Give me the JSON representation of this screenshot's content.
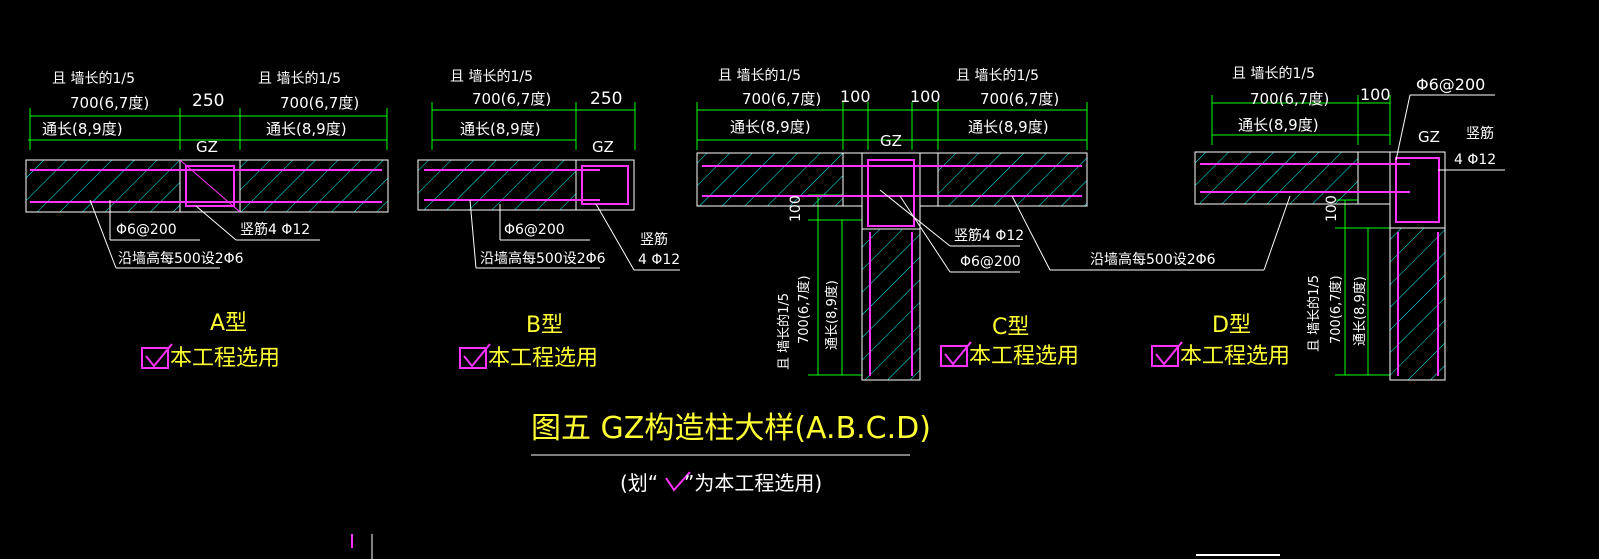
{
  "drawing": {
    "title": "图五 GZ构造柱大样(A.B.C.D)",
    "subtitle_prefix": "(划“",
    "subtitle_suffix": "”为本工程选用)",
    "colors": {
      "background": "#000000",
      "dimension": "#00ff00",
      "wall_hatch": "#00ffff",
      "rebar": "#ff33ff",
      "title": "#ffff33",
      "text": "#ffffff"
    },
    "common": {
      "dim_line1": "且 墙长的1/5",
      "dim_line2": "700(6,7度)",
      "dim_line3": "通长(8,9度)",
      "gz": "GZ",
      "wall_bar": "沿墙高每500设2Φ6",
      "stirrup": "Φ6@200",
      "vert_bar_a": "竖筋4 Φ12",
      "vert_bar_b1": "竖筋",
      "vert_bar_b2": "4 Φ12",
      "check_label": "本工程选用"
    },
    "types": [
      {
        "name": "A型",
        "col_width": "250"
      },
      {
        "name": "B型",
        "col_width": "250"
      },
      {
        "name": "C型",
        "offset_left": "100",
        "offset_right": "100",
        "offset_down": "100"
      },
      {
        "name": "D型",
        "offset_right": "100",
        "offset_down": "100"
      }
    ]
  }
}
